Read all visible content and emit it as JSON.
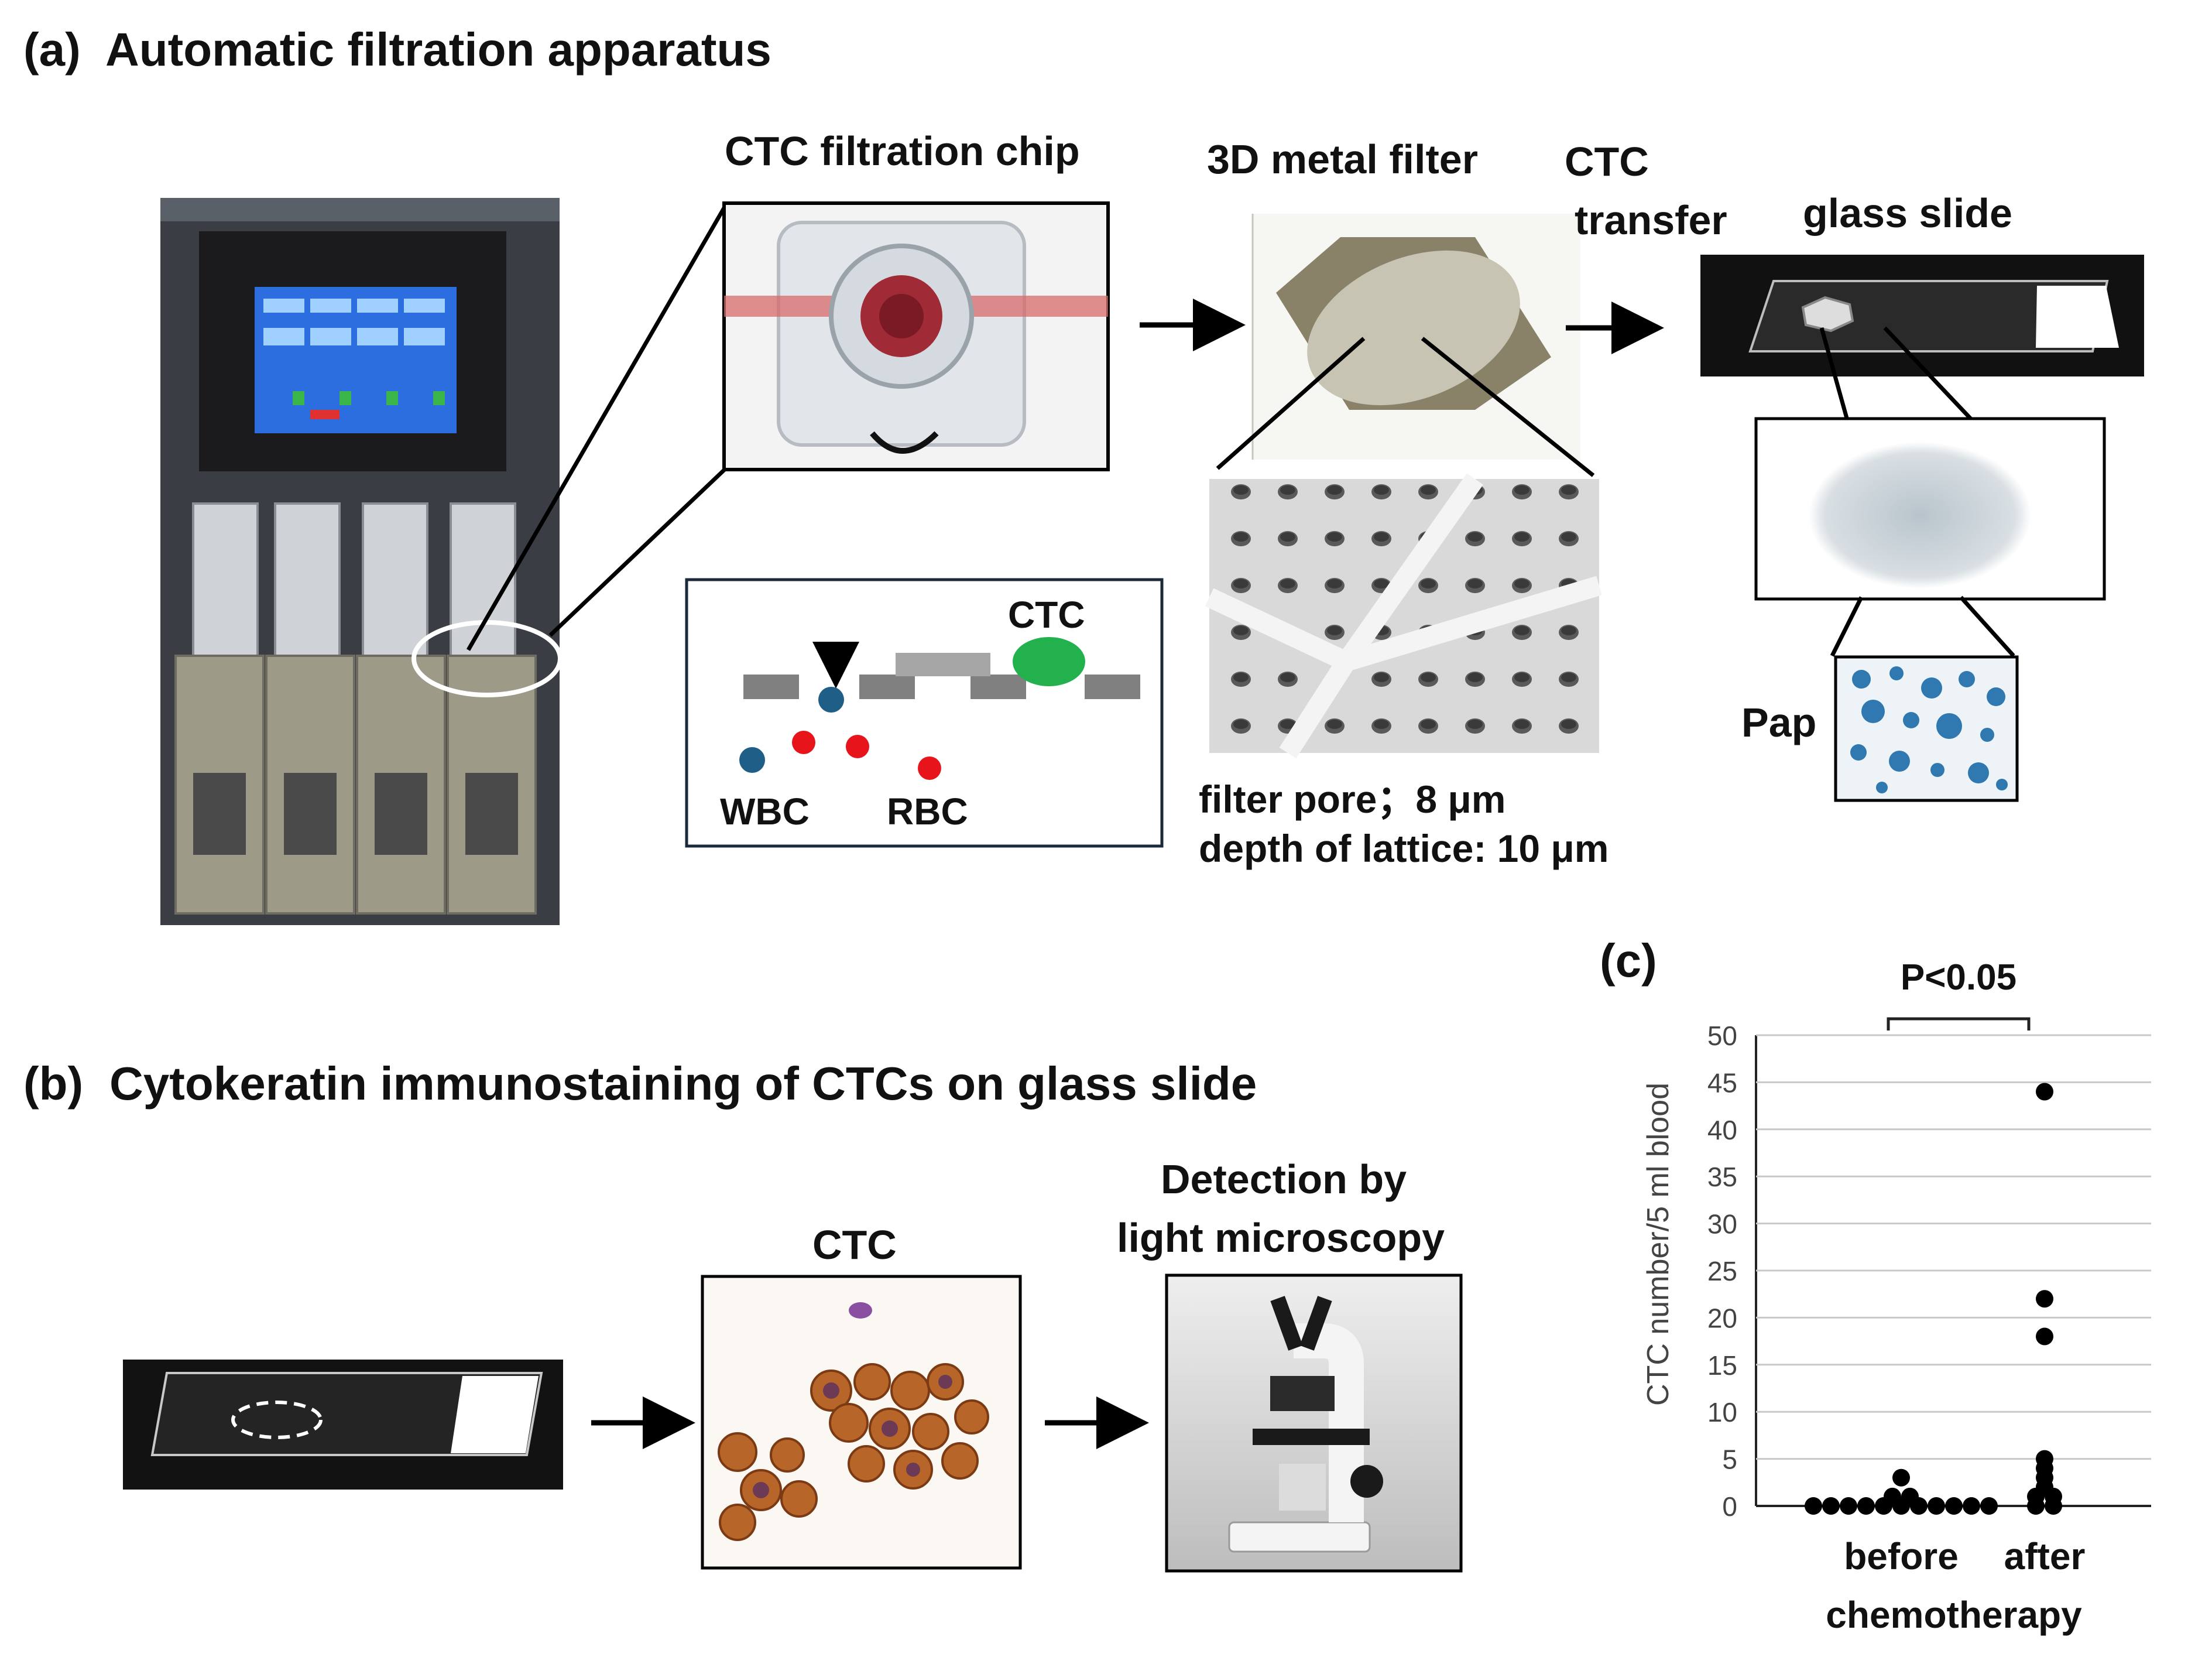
{
  "panel_a": {
    "label": "(a)",
    "title": "Automatic filtration apparatus",
    "chip_label": "CTC filtration chip",
    "metal_filter_label": "3D metal filter",
    "transfer_label_1": "CTC",
    "transfer_label_2": "transfer",
    "glass_slide_label": "glass slide",
    "pap_label": "Pap",
    "filter_pore": "filter pore；8 μm",
    "lattice_depth": "depth of lattice: 10 μm",
    "schematic": {
      "ctc": "CTC",
      "wbc": "WBC",
      "rbc": "RBC"
    }
  },
  "panel_b": {
    "label": "(b)",
    "title": "Cytokeratin immunostaining of CTCs on glass slide",
    "ctc_label": "CTC",
    "detection_line1": "Detection by",
    "detection_line2": "light microscopy"
  },
  "panel_c": {
    "label": "(c)"
  },
  "chart_data": {
    "type": "scatter",
    "title": "",
    "significance": "P<0.05",
    "xlabel": "chemotherapy",
    "ylabel": "CTC number/5 ml blood",
    "categories": [
      "before",
      "after"
    ],
    "ylim": [
      0,
      50
    ],
    "yticks": [
      0,
      5,
      10,
      15,
      20,
      25,
      30,
      35,
      40,
      45,
      50
    ],
    "grid": true,
    "series": [
      {
        "values": [
          0,
          0,
          0,
          0,
          0,
          0,
          0,
          0,
          0,
          0,
          0,
          1,
          1,
          3
        ]
      },
      {
        "values": [
          0,
          0,
          1,
          1,
          2,
          3,
          4,
          5,
          18,
          22,
          44
        ]
      }
    ]
  },
  "colors": {
    "ctc_green": "#22b14c",
    "wbc_blue": "#1f5e86",
    "rbc_red": "#e8141c",
    "filter_brown": "#8a8268",
    "stain_brown": "#b8652a",
    "pap_blue": "#2f78b0"
  }
}
